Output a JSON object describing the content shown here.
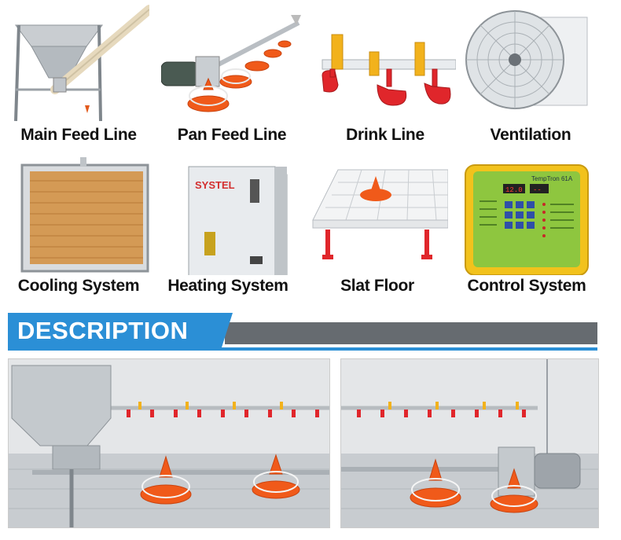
{
  "products": [
    {
      "caption": "Main Feed Line",
      "icon": "feed-hopper-auger-image"
    },
    {
      "caption": "Pan Feed Line",
      "icon": "pan-feeder-line-image"
    },
    {
      "caption": "Drink Line",
      "icon": "nipple-drinker-line-image"
    },
    {
      "caption": "Ventilation",
      "icon": "cone-fan-image"
    },
    {
      "caption": "Cooling System",
      "icon": "cooling-pad-image"
    },
    {
      "caption": "Heating System",
      "icon": "heater-unit-image"
    },
    {
      "caption": "Slat Floor",
      "icon": "plastic-slat-floor-image"
    },
    {
      "caption": "Control System",
      "icon": "climate-controller-image"
    }
  ],
  "heater_brand": "SYSTEL",
  "controller": {
    "title": "TempTron 61A",
    "display1": "12.0",
    "display2": "--"
  },
  "section_banner": {
    "title": "DESCRIPTION"
  },
  "colors": {
    "banner_blue": "#2b8fd6",
    "banner_grey": "#666b70",
    "pan_orange": "#f05a1a",
    "nipple_yellow": "#f2b21c",
    "cup_red": "#e0262b"
  }
}
